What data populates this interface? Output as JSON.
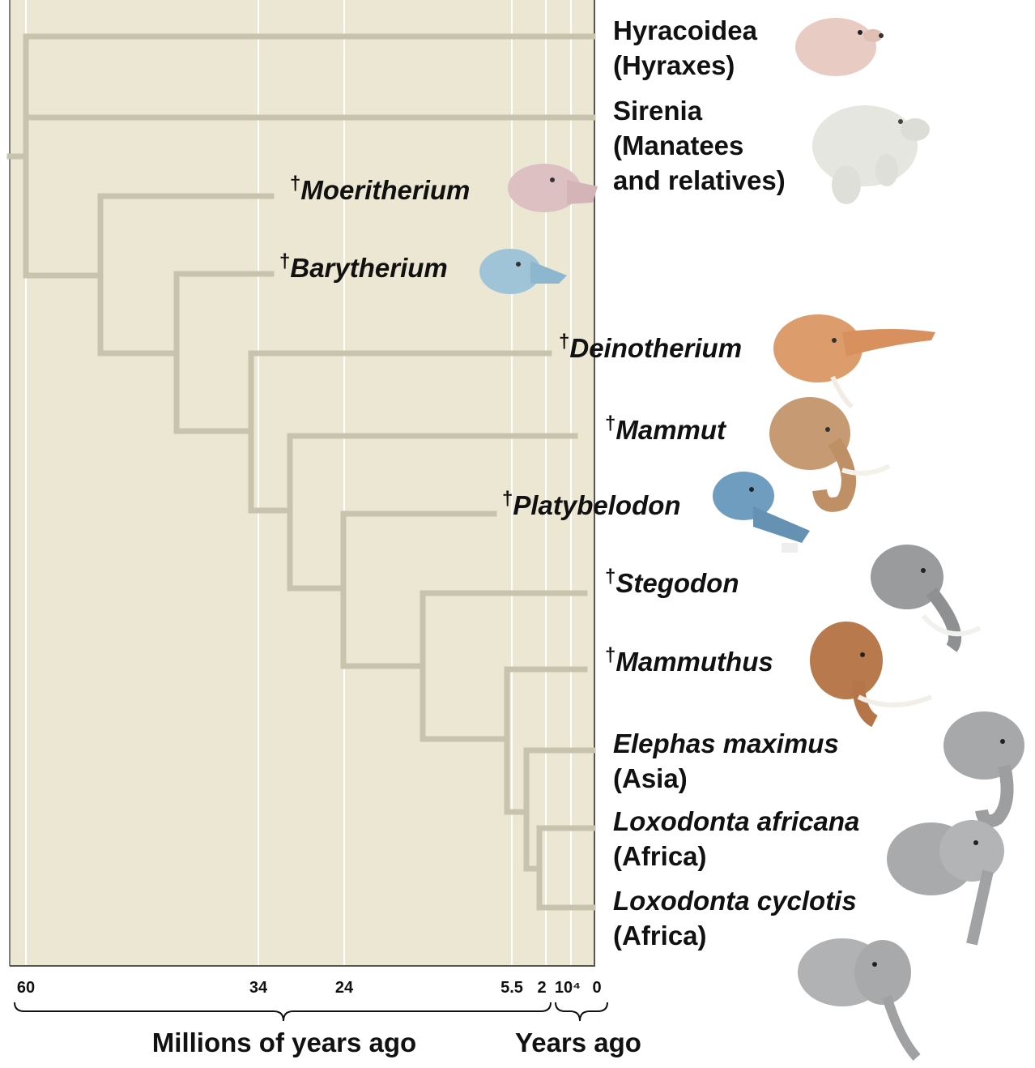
{
  "taxa": [
    {
      "id": "hyracoidea",
      "line1": "Hyracoidea",
      "line2": "(Hyraxes)",
      "line3": "",
      "extinct": false,
      "italic": false,
      "icon": "hyrax-icon"
    },
    {
      "id": "sirenia",
      "line1": "Sirenia",
      "line2": "(Manatees",
      "line3": "and relatives)",
      "extinct": false,
      "italic": false,
      "icon": "manatee-icon"
    },
    {
      "id": "moeritherium",
      "line1": "Moeritherium",
      "line2": "",
      "line3": "",
      "extinct": true,
      "italic": true,
      "icon": "moeritherium-icon"
    },
    {
      "id": "barytherium",
      "line1": "Barytherium",
      "line2": "",
      "line3": "",
      "extinct": true,
      "italic": true,
      "icon": "barytherium-icon"
    },
    {
      "id": "deinotherium",
      "line1": "Deinotherium",
      "line2": "",
      "line3": "",
      "extinct": true,
      "italic": true,
      "icon": "deinotherium-icon"
    },
    {
      "id": "mammut",
      "line1": "Mammut",
      "line2": "",
      "line3": "",
      "extinct": true,
      "italic": true,
      "icon": "mammut-icon"
    },
    {
      "id": "platybelodon",
      "line1": "Platybelodon",
      "line2": "",
      "line3": "",
      "extinct": true,
      "italic": true,
      "icon": "platybelodon-icon"
    },
    {
      "id": "stegodon",
      "line1": "Stegodon",
      "line2": "",
      "line3": "",
      "extinct": true,
      "italic": true,
      "icon": "stegodon-icon"
    },
    {
      "id": "mammuthus",
      "line1": "Mammuthus",
      "line2": "",
      "line3": "",
      "extinct": true,
      "italic": true,
      "icon": "mammoth-icon"
    },
    {
      "id": "elephas",
      "line1": "Elephas maximus",
      "line2": "(Asia)",
      "line3": "",
      "extinct": false,
      "italic": true,
      "icon": "asian-elephant-icon"
    },
    {
      "id": "lox_africana",
      "line1": "Loxodonta africana",
      "line2": "(Africa)",
      "line3": "",
      "extinct": false,
      "italic": true,
      "icon": "african-bush-elephant-icon"
    },
    {
      "id": "lox_cyclotis",
      "line1": "Loxodonta cyclotis",
      "line2": "(Africa)",
      "line3": "",
      "extinct": false,
      "italic": true,
      "icon": "african-forest-elephant-icon"
    }
  ],
  "dagger": "†",
  "time_ticks": [
    "60",
    "34",
    "24",
    "5.5",
    "2",
    "10⁴",
    "0"
  ],
  "axis_labels": {
    "millions": "Millions of years ago",
    "years": "Years ago"
  },
  "colors": {
    "background": "#ece7d3",
    "branch": "#c8c3ad",
    "gridline": "#ffffff",
    "axis": "#555555"
  }
}
